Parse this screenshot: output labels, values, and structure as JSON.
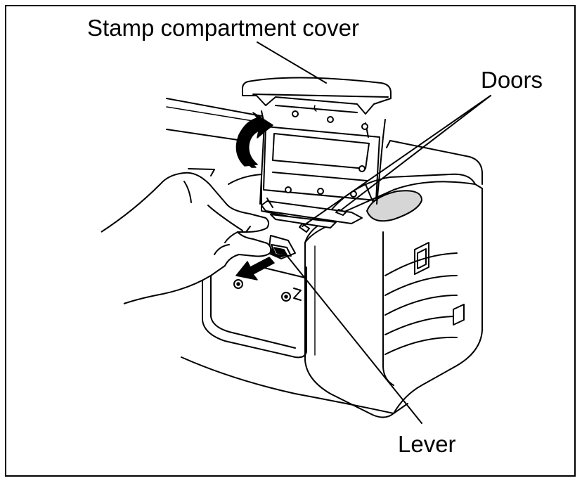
{
  "labels": {
    "stamp_cover": "Stamp compartment cover",
    "doors": "Doors",
    "lever": "Lever"
  },
  "colors": {
    "ink": "#000000",
    "paper": "#ffffff",
    "shade": "#d6d6d6"
  }
}
